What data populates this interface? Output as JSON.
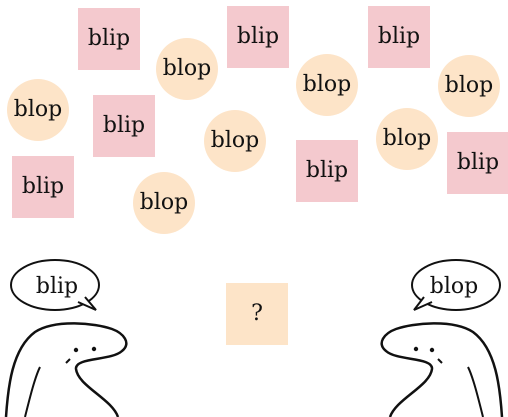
{
  "colors": {
    "square": "#f4c9ce",
    "circle": "#fde4c8",
    "line": "#111111",
    "panel": "#ffffff"
  },
  "shapes": [
    {
      "shape": "square",
      "label": "blip"
    },
    {
      "shape": "square",
      "label": "blip"
    },
    {
      "shape": "square",
      "label": "blip"
    },
    {
      "shape": "square",
      "label": "blip"
    },
    {
      "shape": "square",
      "label": "blip"
    },
    {
      "shape": "square",
      "label": "blip"
    },
    {
      "shape": "square",
      "label": "blip"
    },
    {
      "shape": "circle",
      "label": "blop"
    },
    {
      "shape": "circle",
      "label": "blop"
    },
    {
      "shape": "circle",
      "label": "blop"
    },
    {
      "shape": "circle",
      "label": "blop"
    },
    {
      "shape": "circle",
      "label": "blop"
    },
    {
      "shape": "circle",
      "label": "blop"
    },
    {
      "shape": "circle",
      "label": "blop"
    }
  ],
  "query": {
    "shape": "square",
    "label": "?"
  },
  "speakers": {
    "left": {
      "bubble_text": "blip",
      "icon": "character-left-icon"
    },
    "right": {
      "bubble_text": "blop",
      "icon": "character-right-icon"
    }
  }
}
